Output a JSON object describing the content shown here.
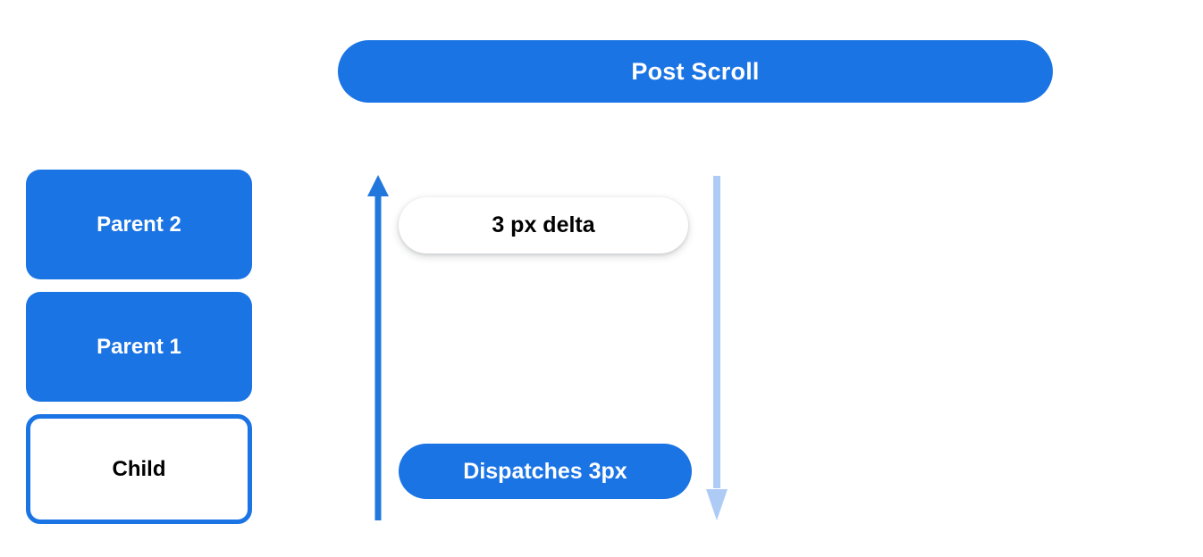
{
  "header": {
    "title": "Post Scroll"
  },
  "hierarchy": {
    "items": [
      {
        "label": "Parent 2",
        "style": "filled"
      },
      {
        "label": "Parent 1",
        "style": "filled"
      },
      {
        "label": "Child",
        "style": "outlined"
      }
    ]
  },
  "annotations": {
    "delta_pill": "3 px delta",
    "dispatch_pill": "Dispatches 3px"
  },
  "arrows": {
    "up_arrow_name": "scroll-up-arrow",
    "down_arrow_name": "scroll-down-arrow"
  },
  "colors": {
    "brand_blue": "#1b74e4",
    "light_blue": "#aecbf5",
    "white": "#ffffff",
    "black": "#000000",
    "background": "#ffffff"
  }
}
